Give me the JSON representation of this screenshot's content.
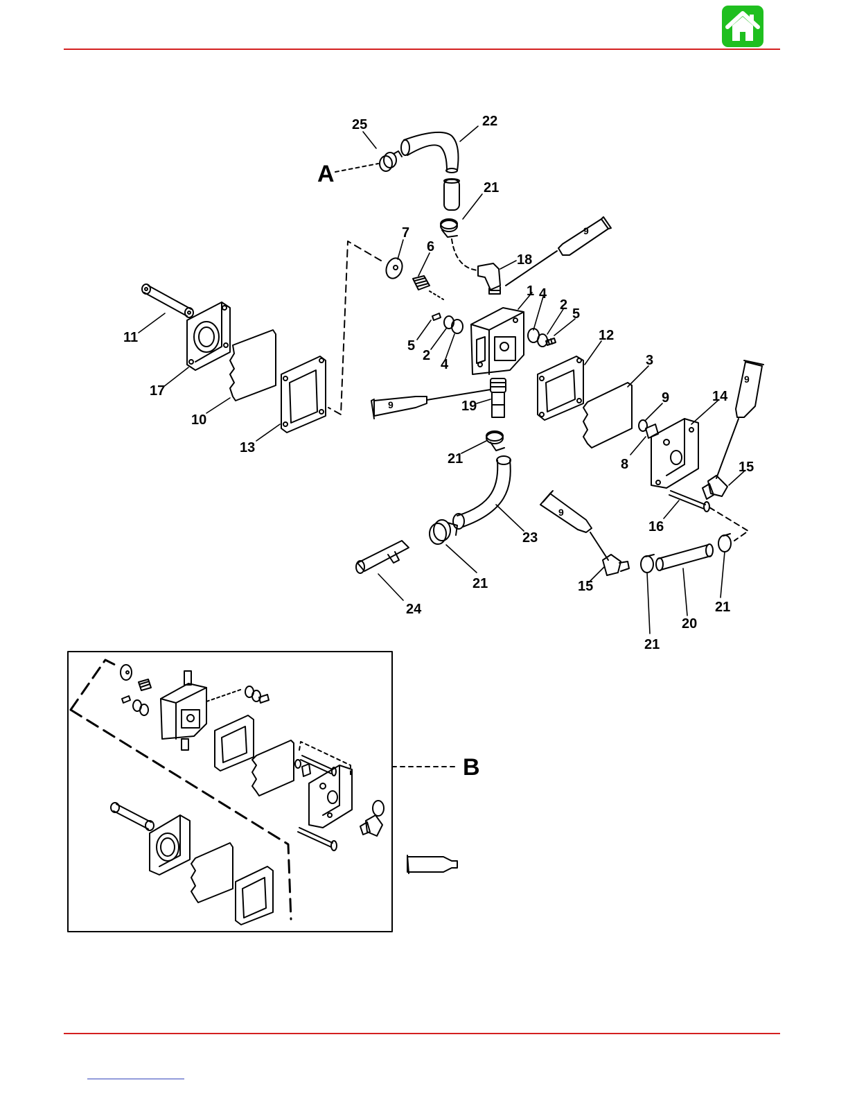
{
  "header": {
    "home_icon": "home-icon",
    "accent_color": "#d42020",
    "home_button_color": "#1fbf1f"
  },
  "diagram": {
    "view_a_label": "A",
    "view_b_label": "B",
    "tube_label": "9",
    "callouts": [
      "25",
      "22",
      "21",
      "7",
      "6",
      "18",
      "1",
      "4",
      "2",
      "5",
      "11",
      "17",
      "10",
      "13",
      "5",
      "2",
      "4",
      "12",
      "3",
      "9",
      "14",
      "19",
      "9",
      "8",
      "15",
      "21",
      "16",
      "23",
      "15",
      "21",
      "24",
      "21",
      "20",
      "21"
    ]
  }
}
